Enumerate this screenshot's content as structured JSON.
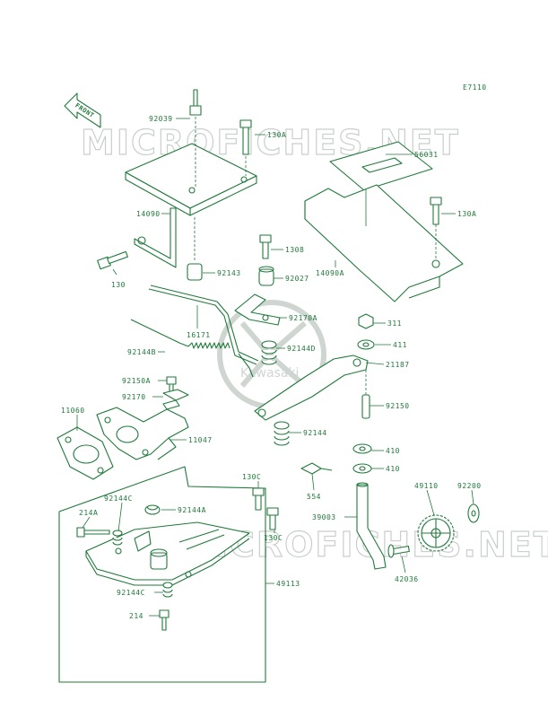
{
  "diagram_code": "E7110",
  "front_arrow_label": "FRONT",
  "watermark_text": "MICROFICHES.NET",
  "watermark_logo_text": "Kawasaki",
  "accent_color": "#1f7a3a",
  "watermark_color": "#c9cfcc",
  "part_labels": {
    "p92039": "92039",
    "p130a_top": "130A",
    "p56031": "56031",
    "p14090": "14090",
    "p130a_right": "130A",
    "p1308": "1308",
    "p14090a": "14090A",
    "p130": "130",
    "p92143": "92143",
    "p92027": "92027",
    "p92170a": "92170A",
    "p16171": "16171",
    "p311": "311",
    "p92144b": "92144B",
    "p92144d": "92144D",
    "p411": "411",
    "p21187": "21187",
    "p92150a": "92150A",
    "p92170": "92170",
    "p92150": "92150",
    "p11060": "11060",
    "p11047": "11047",
    "p92144": "92144",
    "p410a": "410",
    "p410b": "410",
    "p130c_top": "130C",
    "p554": "554",
    "p49110": "49110",
    "p92200": "92200",
    "p92144c_top": "92144C",
    "p92144a": "92144A",
    "p214a": "214A",
    "p130c_mid": "130C",
    "p39003": "39003",
    "p42036": "42036",
    "p49113": "49113",
    "p92144c_bot": "92144C",
    "p214": "214"
  }
}
